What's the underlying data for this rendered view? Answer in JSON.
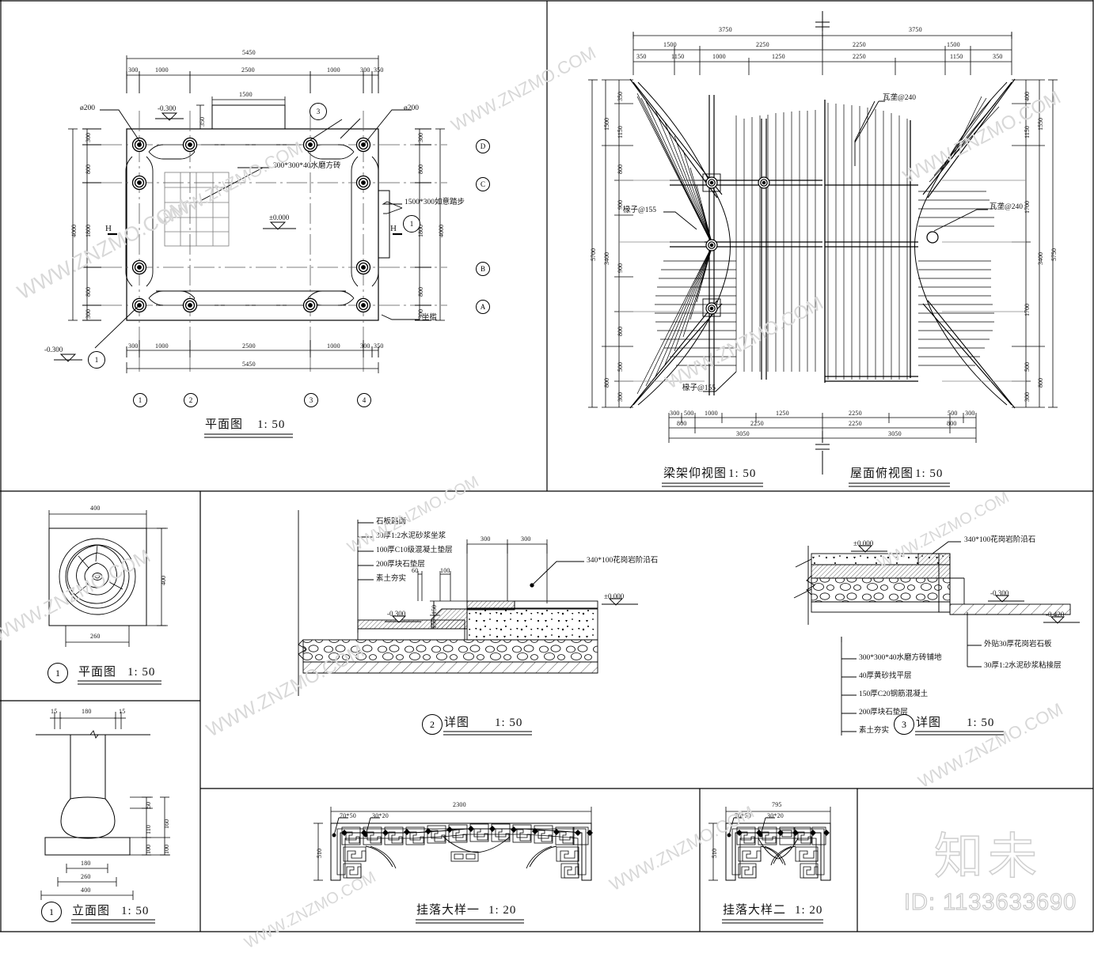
{
  "sheet": {
    "watermark_logo": "知未",
    "watermark_id": "ID: 1133633690",
    "watermark_url": "WWW.ZNZMO.COM"
  },
  "plan_view": {
    "title": "平面图",
    "scale": "1: 50",
    "top_overall": "5450",
    "top_chain": [
      "300",
      "1000",
      "2500",
      "1000",
      "300",
      "350"
    ],
    "bottom_overall": "5450",
    "bottom_chain": [
      "300",
      "1000",
      "2500",
      "1000",
      "300",
      "350"
    ],
    "inner_dim": "1500",
    "step_height_dim": "350",
    "left_overall": "4000",
    "left_chain": [
      "300",
      "800",
      "1800",
      "800",
      "300"
    ],
    "right_overall": "4000",
    "right_chain": [
      "300",
      "800",
      "1800",
      "800",
      "300"
    ],
    "grid_letters": [
      "D",
      "C",
      "B",
      "A"
    ],
    "grid_numbers": [
      "1",
      "2",
      "3",
      "4"
    ],
    "levels": [
      "-0.300",
      "±0.000",
      "-0.300"
    ],
    "labels": {
      "col_dia_left": "ø200",
      "col_dia_right": "ø200",
      "floor_tile": "300*300*40水磨方砖",
      "step": "1500*300如意踏步",
      "bench": "坐槛",
      "section_mark_left": "H",
      "section_mark_right": "H"
    },
    "detail_bubbles": [
      "3",
      "1",
      "1"
    ]
  },
  "roof_views": {
    "title_left": "梁架仰视图",
    "scale_left": "1: 50",
    "title_right": "屋面俯视图",
    "scale_right": "1: 50",
    "top_row1": [
      "3750",
      "3750"
    ],
    "top_row2": [
      "1500",
      "2250",
      "2250",
      "1500"
    ],
    "top_row3": [
      "350",
      "1150",
      "1000",
      "1250",
      "2250",
      "1150",
      "350"
    ],
    "bottom_row1": [
      "300",
      "500",
      "1000",
      "1250",
      "2250",
      "500",
      "300"
    ],
    "bottom_row2": [
      "800",
      "2250",
      "2250",
      "800"
    ],
    "bottom_row3": [
      "3050",
      "3050"
    ],
    "left_overall": "5700",
    "left_group": [
      "1500",
      "3400",
      "800"
    ],
    "left_chain": [
      "350",
      "1150",
      "800",
      "900",
      "900",
      "800",
      "500",
      "300"
    ],
    "right_overall": "5750",
    "right_group": [
      "1550",
      "3400",
      "800"
    ],
    "right_chain": [
      "400",
      "1150",
      "1700",
      "1700",
      "500",
      "300"
    ],
    "labels": {
      "rafter_left": "椽子@155",
      "rafter_bottom": "椽子@155",
      "tile_top": "瓦垄@240",
      "tile_right": "瓦垄@240"
    }
  },
  "base_plan": {
    "bubble": "1",
    "title": "平面图",
    "scale": "1: 50",
    "dim_top": "400",
    "dim_right": "400",
    "dim_bottom": "260"
  },
  "base_elevation": {
    "bubble": "1",
    "title": "立面图",
    "scale": "1: 50",
    "top_chain": [
      "15",
      "180",
      "15"
    ],
    "right_chain": [
      "50",
      "110",
      "100"
    ],
    "right_group": [
      "160",
      "100"
    ],
    "bottom_chain": [
      "180",
      "260",
      "400"
    ]
  },
  "detail_2": {
    "bubble": "2",
    "title": "详图",
    "scale": "1: 50",
    "layers": [
      "石板路面",
      "30厚1:2水泥砂浆坐浆",
      "100厚C10级混凝土垫层",
      "200厚块石垫层",
      "素土夯实"
    ],
    "dims_top": [
      "300",
      "300"
    ],
    "dims_small": [
      "60",
      "100"
    ],
    "dims_height": [
      "150",
      "150"
    ],
    "callout": "340*100花岗岩阶沿石",
    "levels": [
      "-0.300",
      "±0.000"
    ]
  },
  "detail_3": {
    "bubble": "3",
    "title": "详图",
    "scale": "1: 50",
    "layers_left": [
      "300*300*40水磨方砖铺地",
      "40厚黄砂找平层",
      "150厚C20钢筋混凝土",
      "200厚块石垫层",
      "素土夯实"
    ],
    "layers_right": [
      "外贴30厚花岗岩石板",
      "30厚1:2水泥砂浆粘接层"
    ],
    "callout": "340*100花岗岩阶沿石",
    "levels": [
      "±0.000",
      "-0.300",
      "-0.420"
    ]
  },
  "hanging_1": {
    "title": "挂落大样一",
    "scale": "1: 20",
    "width_dim": "2300",
    "height_dim": "510",
    "member_a": "70*50",
    "member_b": "30*20"
  },
  "hanging_2": {
    "title": "挂落大样二",
    "scale": "1: 20",
    "width_dim": "795",
    "height_dim": "510",
    "member_a": "70*50",
    "member_b": "30*20"
  }
}
